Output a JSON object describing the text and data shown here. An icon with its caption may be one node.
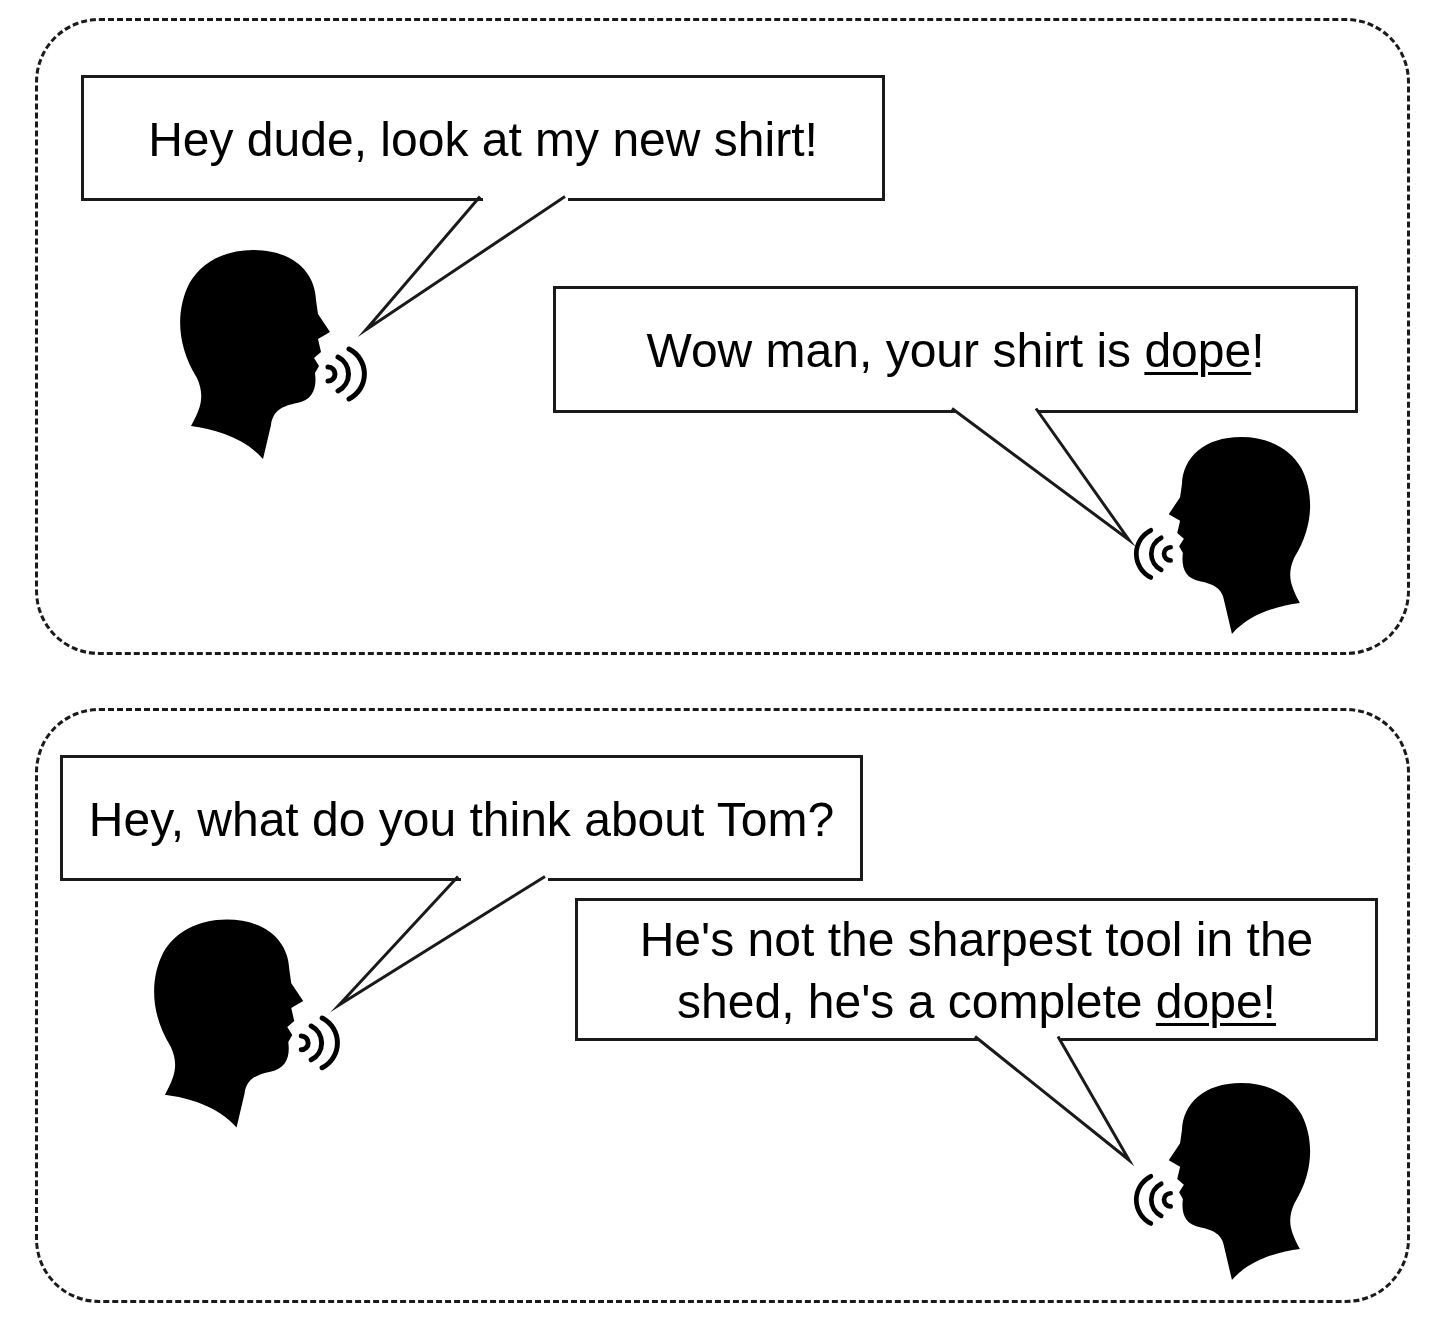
{
  "diagram": {
    "nodes": [
      {
        "text": [],
        "shape": "box"
      },
      {
        "text": [
          "Hey dude, look at my new shirt!"
        ],
        "in": 0
      },
      {
        "text": [],
        "shape": "person",
        "in": 0
      },
      {
        "text": [
          "Wow man, your shirt is *dope*!"
        ],
        "in": 0
      },
      {
        "text": [],
        "shape": "person",
        "in": 0
      },
      {
        "text": [],
        "shape": "box"
      },
      {
        "text": [
          "Hey, what do you think about Tom?"
        ],
        "in": 5
      },
      {
        "text": [],
        "shape": "person",
        "in": 5
      },
      {
        "text": [
          "He's not the sharpest tool in the shed, he's a complete *dope!*"
        ],
        "in": 5
      },
      {
        "text": [],
        "shape": "person",
        "in": 5
      }
    ],
    "edges": [
      {
        "from": 1,
        "to": 2,
        "arrow": "none"
      },
      {
        "from": 3,
        "to": 4,
        "arrow": "none"
      },
      {
        "from": 6,
        "to": 7,
        "arrow": "none"
      },
      {
        "from": 8,
        "to": 9,
        "arrow": "none"
      }
    ]
  }
}
